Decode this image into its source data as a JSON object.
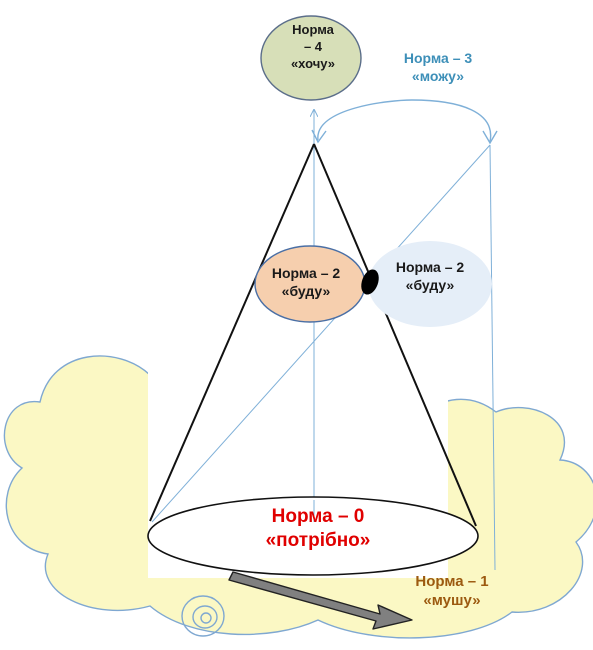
{
  "labels": {
    "norma4_line1": "Норма",
    "norma4_line2": "– 4",
    "norma4_line3": "«хочу»",
    "norma3_line1": "Норма – 3",
    "norma3_line2": "«можу»",
    "norma2_left_line1": "Норма – 2",
    "norma2_left_line2": "«буду»",
    "norma2_right_line1": "Норма – 2",
    "norma2_right_line2": "«буду»",
    "norma0_line1": "Норма – 0",
    "norma0_line2": "«потрібно»",
    "norma1_line1": "Норма – 1",
    "norma1_line2": "«мушу»"
  },
  "colors": {
    "cloud_fill": "#fbf8c4",
    "cloud_stroke": "#7fa8d1",
    "top_ellipse_fill": "#d7dfb8",
    "left_ellipse_fill": "#f6cfae",
    "right_ellipse_fill": "#e5eef8",
    "thin_line": "#7fb0d8",
    "norma0_text": "#e00000",
    "norma1_text": "#9c5a10",
    "norma3_text": "#3d8fb8",
    "arrow_fill": "#808080"
  },
  "icons": [
    "spiral-icon",
    "junction-dot-icon",
    "thick-arrow-icon",
    "curved-arrow-icon"
  ]
}
